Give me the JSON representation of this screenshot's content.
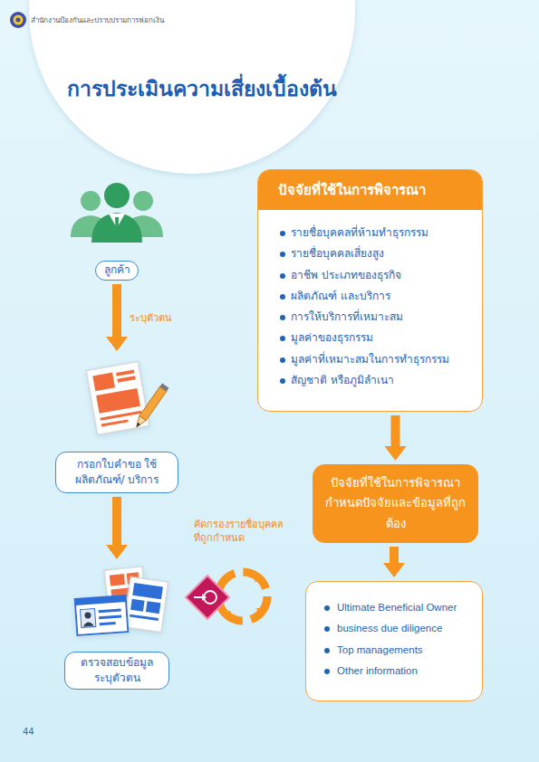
{
  "diagram": {
    "title": "การประเมินความเสี่ยงเบื้องต้น",
    "nodes": [
      {
        "text": [
          "ลูกค้า"
        ]
      },
      {
        "text": [
          "กรอกใบคำขอ ใช้ผลิตภัณฑ์/ บริการ"
        ]
      },
      {
        "text": [
          "ตรวจสอบข้อมูล ระบุตัวตน"
        ]
      },
      {
        "text": [
          "ปัจจัยที่ใช้ในการพิจารณา",
          "รายชื่อบุคคลที่ห้ามทำธุรกรรม",
          "รายชื่อบุคคลเสี่ยงสูง",
          "อาชีพ ประเภทของธุรกิจ",
          "ผลิตภัณฑ์ และบริการ",
          "การให้บริการที่เหมาะสม",
          "มูลค่าของธุรกรรม",
          "มูลค่าที่เหมาะสมในการทำธุรกรรม",
          "สัญชาติ หรือภูมิลำเนา"
        ]
      },
      {
        "text": [
          "ปัจจัยที่ใช้ในการพิจารณา กำหนดปัจจัยและข้อมูลที่ถูกต้อง"
        ]
      },
      {
        "text": [
          "Ultimate Beneficial Owner",
          "business due diligence",
          "Top managements",
          "Other information"
        ]
      }
    ],
    "edges": [
      {
        "from": 0,
        "to": 1,
        "arrow": "to",
        "label": "ระบุตัวตน"
      },
      {
        "from": 1,
        "to": 2,
        "arrow": "to"
      },
      {
        "from": 3,
        "to": 4,
        "arrow": "to"
      },
      {
        "from": 4,
        "to": 5,
        "arrow": "to"
      }
    ],
    "labels": [
      "สำนักงานป้องกันและปราบปรามการฟอกเงิน",
      "คัดกรองรายชื่อบุคคล ที่ถูกกำหนด",
      "44"
    ]
  }
}
